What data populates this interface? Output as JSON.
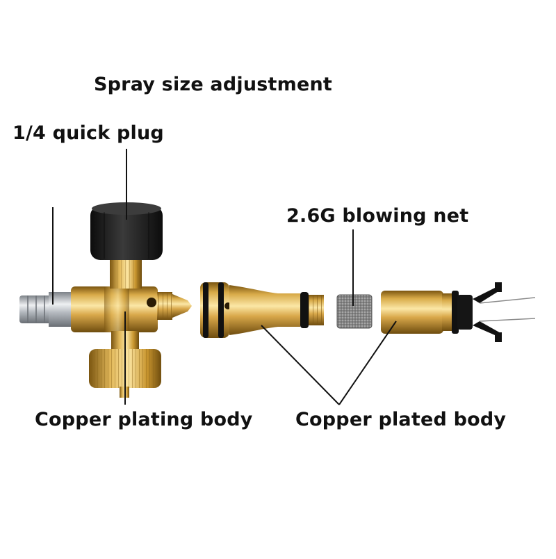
{
  "labels": {
    "spray_size_adjustment": "Spray size adjustment",
    "quick_plug": "1/4 quick plug",
    "blowing_net": "2.6G blowing net",
    "copper_plating_body": "Copper plating body",
    "copper_plated_body": "Copper plated body"
  },
  "colors": {
    "brass": "#c99a3a",
    "brass_light": "#f2d27a",
    "brass_dark": "#8a6418",
    "knob": "#1d1d1d",
    "steel": "#b8bcc2",
    "oring": "#0d0d0d",
    "net": "#8c8c8c"
  }
}
